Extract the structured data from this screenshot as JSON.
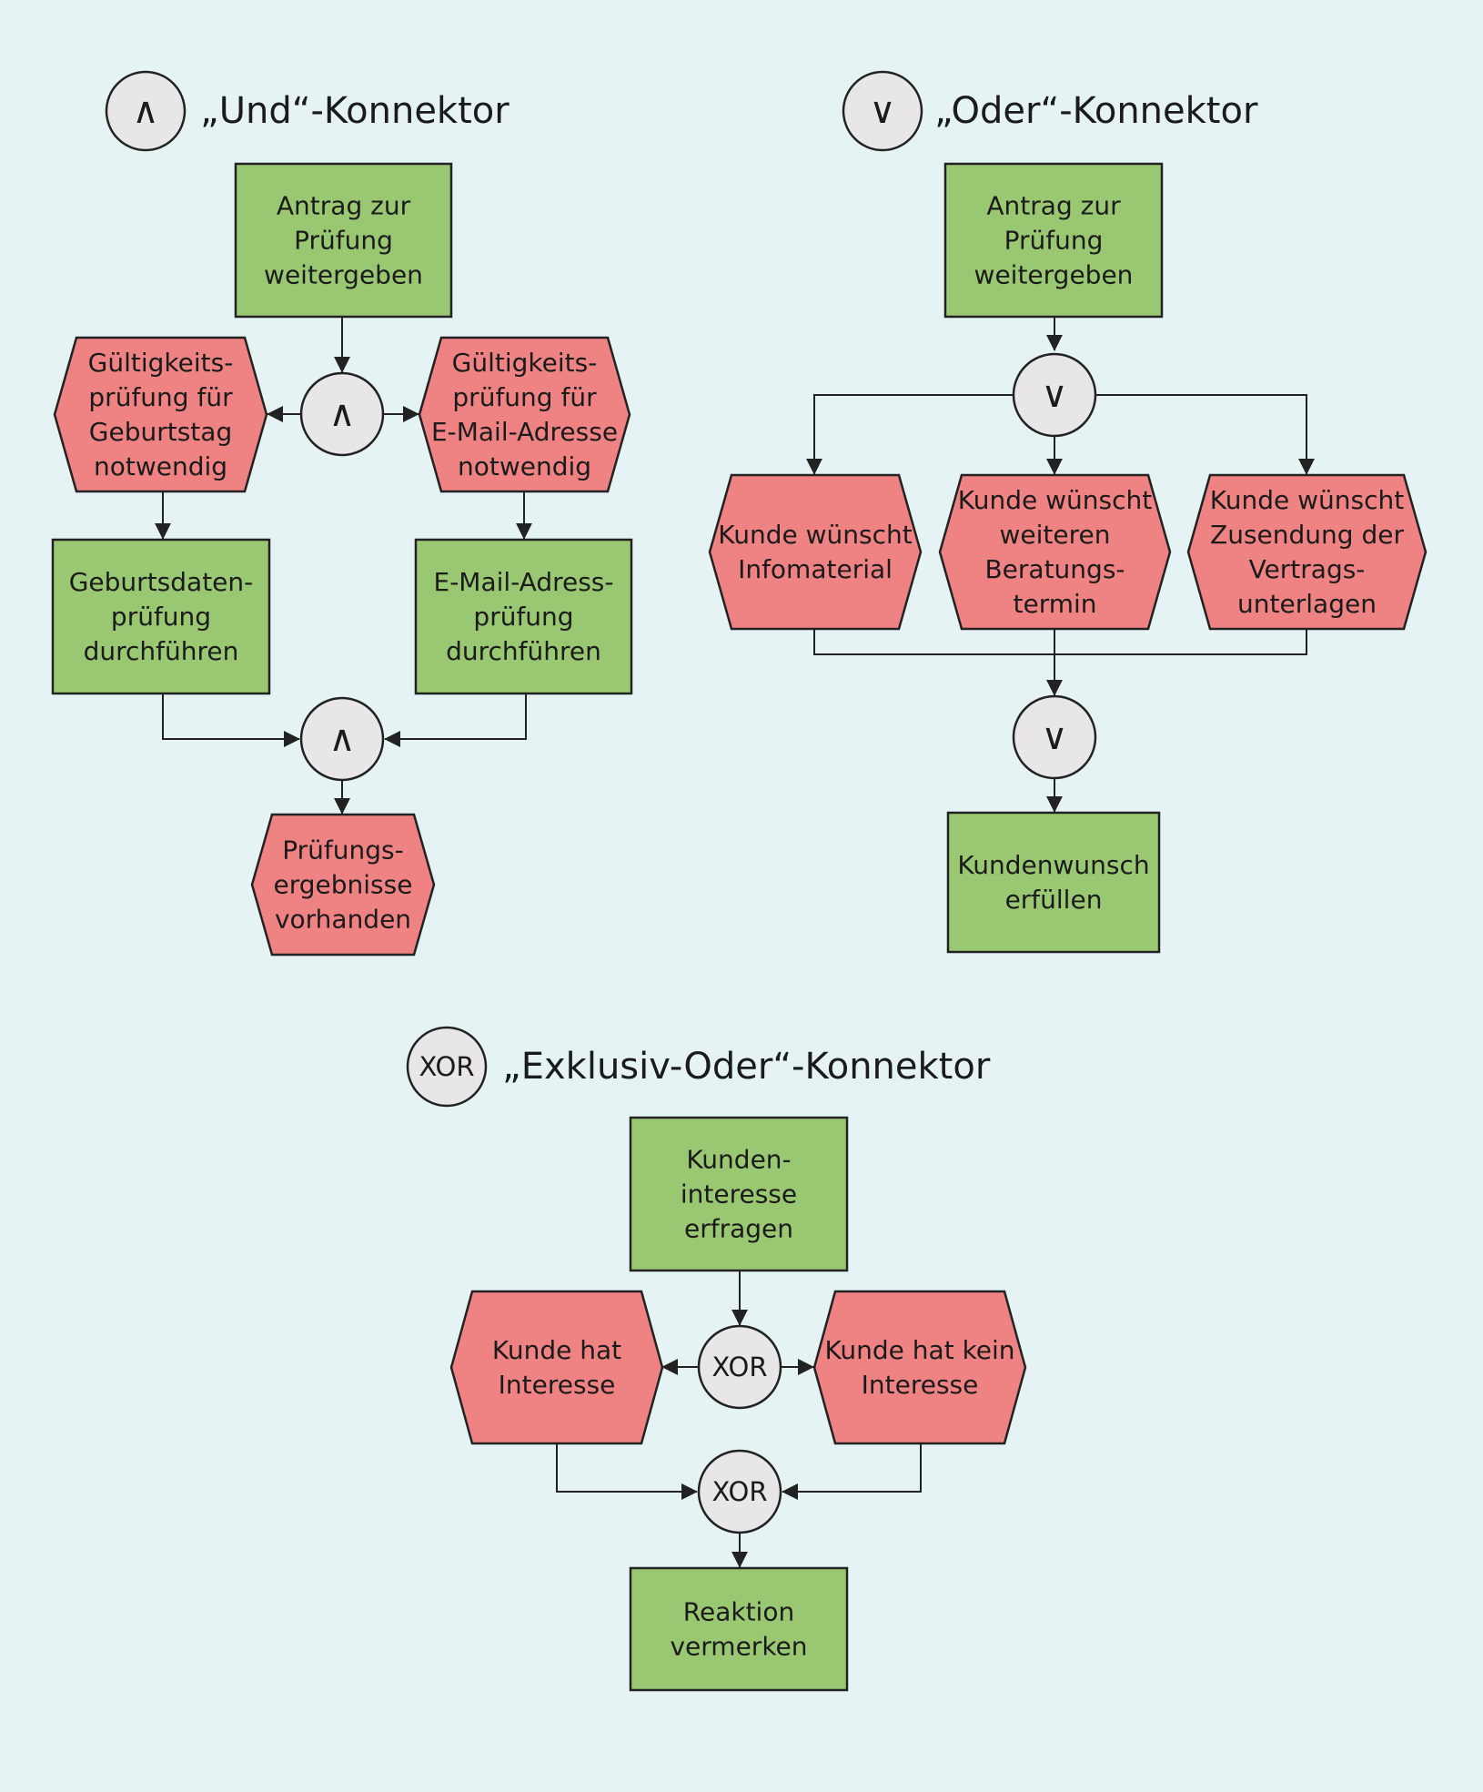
{
  "colors": {
    "background": "#e5f3f5",
    "function_fill": "#9ac872",
    "event_fill": "#ef8383",
    "connector_fill": "#e9e6e8",
    "stroke": "#222222"
  },
  "sections": {
    "and": {
      "symbol": "∧",
      "title": "„Und“-Konnektor"
    },
    "or": {
      "symbol": "∨",
      "title": "„Oder“-Konnektor"
    },
    "xor": {
      "symbol": "XOR",
      "title": "„Exklusiv-Oder“-Konnektor"
    }
  },
  "nodes": {
    "and_start": [
      "Antrag zur",
      "Prüfung",
      "weitergeben"
    ],
    "and_event_left": [
      "Gültigkeits-",
      "prüfung für",
      "Geburtstag",
      "notwendig"
    ],
    "and_event_right": [
      "Gültigkeits-",
      "prüfung für",
      "E-Mail-Adresse",
      "notwendig"
    ],
    "and_func_left": [
      "Geburtsdaten-",
      "prüfung",
      "durchführen"
    ],
    "and_func_right": [
      "E-Mail-Adress-",
      "prüfung",
      "durchführen"
    ],
    "and_result": [
      "Prüfungs-",
      "ergebnisse",
      "vorhanden"
    ],
    "or_start": [
      "Antrag zur",
      "Prüfung",
      "weitergeben"
    ],
    "or_event_1": [
      "Kunde wünscht",
      "Infomaterial"
    ],
    "or_event_2": [
      "Kunde wünscht",
      "weiteren",
      "Beratungs-",
      "termin"
    ],
    "or_event_3": [
      "Kunde wünscht",
      "Zusendung der",
      "Vertrags-",
      "unterlagen"
    ],
    "or_result": [
      "Kundenwunsch",
      "erfüllen"
    ],
    "xor_start": [
      "Kunden-",
      "interesse",
      "erfragen"
    ],
    "xor_event_left": [
      "Kunde hat",
      "Interesse"
    ],
    "xor_event_right": [
      "Kunde hat kein",
      "Interesse"
    ],
    "xor_result": [
      "Reaktion",
      "vermerken"
    ]
  },
  "connectors": {
    "and_split": "∧",
    "and_join": "∧",
    "or_split": "∨",
    "or_join": "∨",
    "xor_split": "XOR",
    "xor_join": "XOR"
  }
}
